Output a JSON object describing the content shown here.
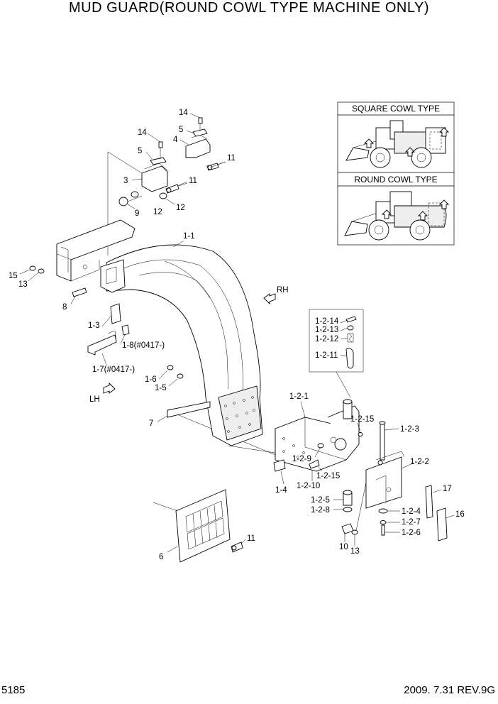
{
  "title": "MUD GUARD(ROUND COWL TYPE MACHINE ONLY)",
  "page_number": "5185",
  "revision": "2009. 7.31  REV.9G",
  "inset": {
    "square_label": "SQUARE COWL TYPE",
    "round_label": "ROUND COWL TYPE"
  },
  "directions": {
    "rh": "RH",
    "lh": "LH"
  },
  "labels": {
    "l14a": "14",
    "l5a": "5",
    "l4": "4",
    "l11a": "11",
    "l14b": "14",
    "l5b": "5",
    "l3": "3",
    "l11b": "11",
    "l12a": "12",
    "l9": "9",
    "l12b": "12",
    "l1_1": "1-1",
    "l15": "15",
    "l13a": "13",
    "l8": "8",
    "l1_3": "1-3",
    "l1_8": "1-8(#0417-)",
    "l1_7": "1-7(#0417-)",
    "l1_6": "1-6",
    "l1_5": "1-5",
    "l7": "7",
    "l1_2_14": "1-2-14",
    "l1_2_13": "1-2-13",
    "l1_2_12": "1-2-12",
    "l1_2_11": "1-2-11",
    "l1_2_1": "1-2-1",
    "l1_2_15a": "1-2-15",
    "l1_2_3": "1-2-3",
    "l1_2_9": "1-2-9",
    "l1_2_15b": "1-2-15",
    "l1_4": "1-4",
    "l1_2_10": "1-2-10",
    "l1_2_2": "1-2-2",
    "l17": "17",
    "l1_2_5": "1-2-5",
    "l1_2_8": "1-2-8",
    "l1_2_4": "1-2-4",
    "l1_2_7": "1-2-7",
    "l1_2_6": "1-2-6",
    "l16": "16",
    "l10": "10",
    "l13b": "13",
    "l11c": "11",
    "l6": "6"
  }
}
